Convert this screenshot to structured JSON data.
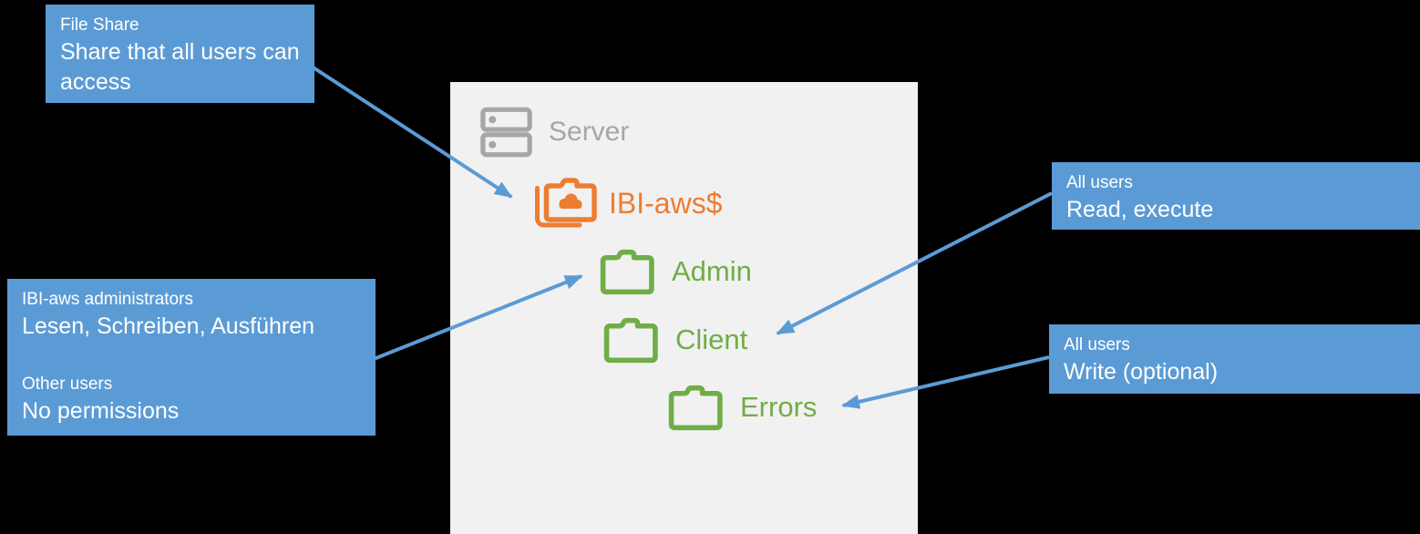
{
  "colors": {
    "background": "#000000",
    "panel_bg": "#F1F1F2",
    "callout_blue": "#5B9BD5",
    "arrow_blue": "#5B9BD5",
    "folder_orange": "#ED7D31",
    "folder_green": "#70AD47",
    "server_gray": "#A6A6A6",
    "text_white": "#FFFFFF"
  },
  "server": {
    "label": "Server"
  },
  "tree": {
    "root": {
      "label": "IBI-aws$"
    },
    "children": [
      {
        "label": "Admin"
      },
      {
        "label": "Client"
      },
      {
        "label": "Errors"
      }
    ]
  },
  "callouts": {
    "file_share": {
      "title": "File Share",
      "body": "Share that all users can access"
    },
    "admin_permissions": {
      "title": "IBI-aws administrators",
      "body": "Lesen, Schreiben, Ausführen",
      "title2": "Other users",
      "body2": "No permissions"
    },
    "read_execute": {
      "title": "All users",
      "body": "Read, execute"
    },
    "write_optional": {
      "title": "All users",
      "body": "Write (optional)"
    }
  }
}
